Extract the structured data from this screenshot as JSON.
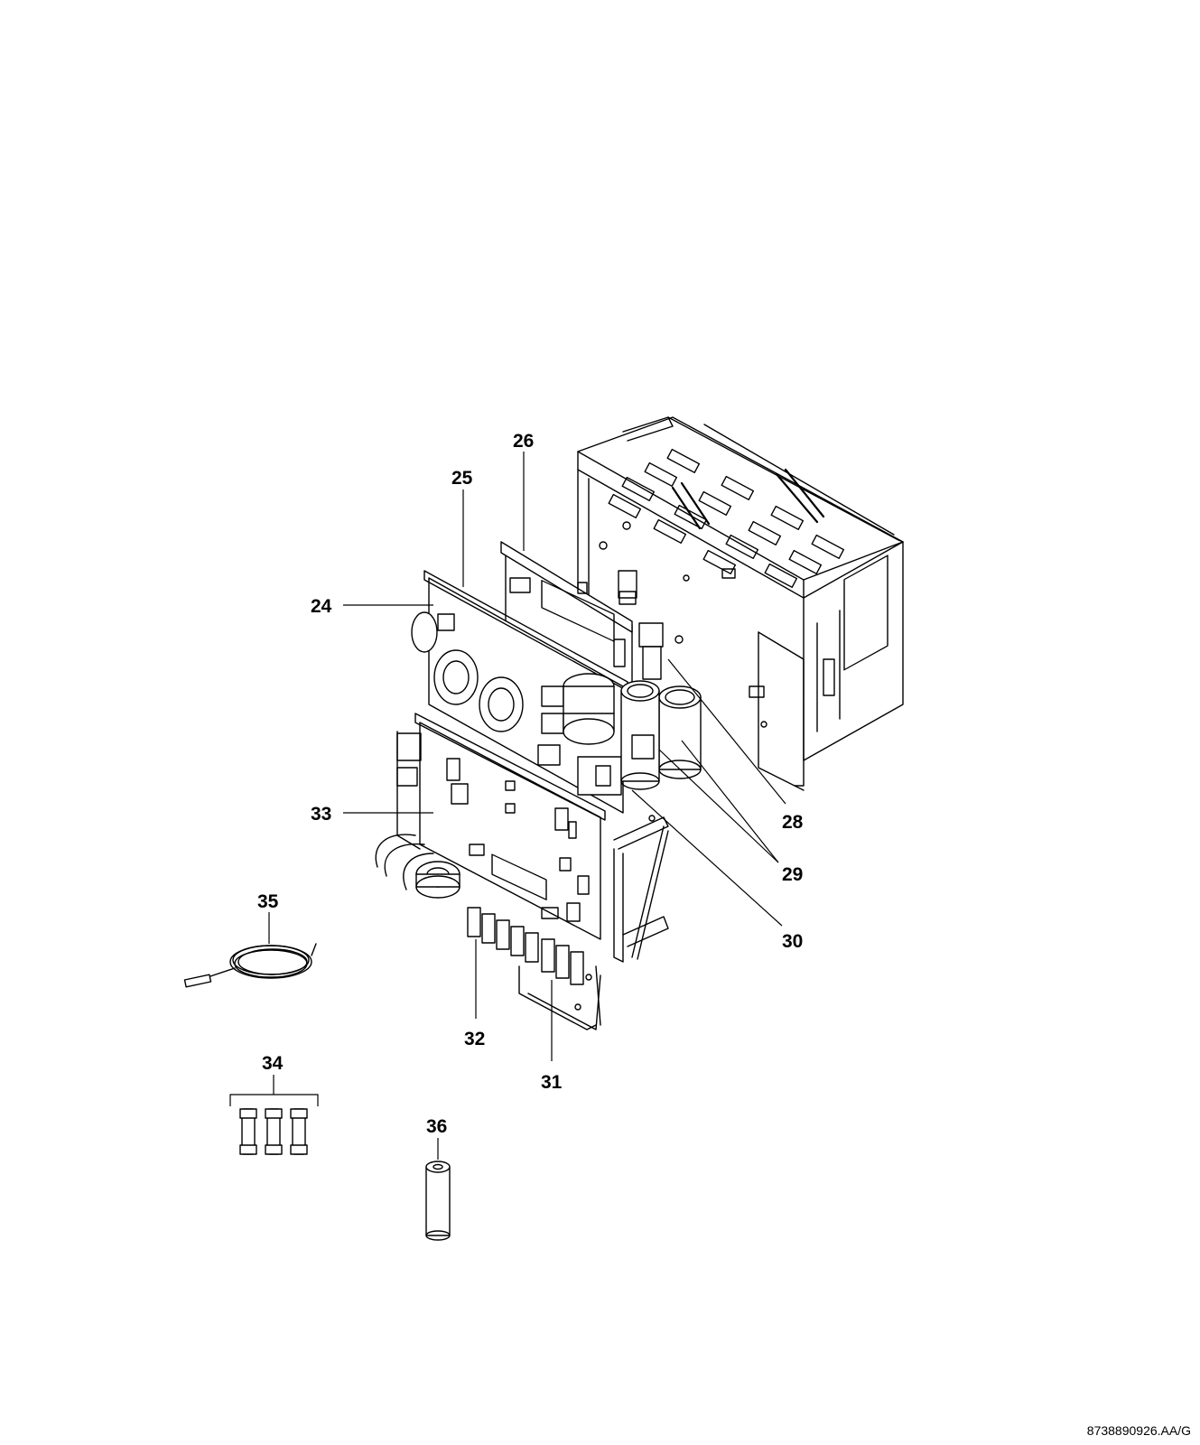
{
  "callouts": {
    "c24": "24",
    "c25": "25",
    "c26": "26",
    "c28": "28",
    "c29": "29",
    "c30": "30",
    "c31": "31",
    "c32": "32",
    "c33": "33",
    "c34": "34",
    "c35": "35",
    "c36": "36"
  },
  "reference_code": "8738890926.AA/G"
}
